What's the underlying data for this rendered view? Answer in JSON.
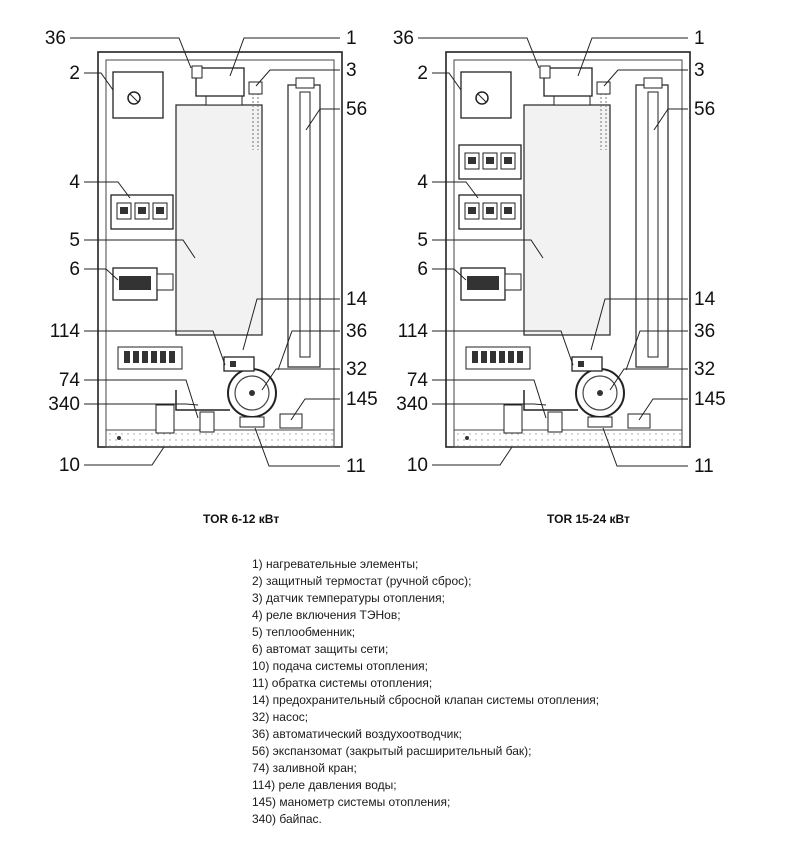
{
  "diagrams": [
    {
      "caption": "TOR 6-12 кВт",
      "callouts_left": [
        "36",
        "2",
        "4",
        "5",
        "6",
        "114",
        "74",
        "340",
        "10"
      ],
      "callouts_right": [
        "1",
        "3",
        "56",
        "14",
        "36",
        "32",
        "145",
        "11"
      ]
    },
    {
      "caption": "TOR 15-24 кВт",
      "callouts_left": [
        "36",
        "2",
        "4",
        "5",
        "6",
        "114",
        "74",
        "340",
        "10"
      ],
      "callouts_right": [
        "1",
        "3",
        "56",
        "14",
        "36",
        "32",
        "145",
        "11"
      ]
    }
  ],
  "legend": [
    "1) нагревательные элементы;",
    "2) защитный термостат (ручной сброс);",
    "3) датчик температуры отопления;",
    "4) реле включения ТЭНов;",
    "5) теплообменник;",
    "6) автомат защиты сети;",
    "10) подача системы отопления;",
    "11) обратка системы отопления;",
    "14) предохранительный сбросной клапан системы отопления;",
    "32) насос;",
    "36) автоматический воздухоотводчик;",
    "56) экспанзомат (закрытый расширительный бак);",
    "74) заливной кран;",
    "114) реле давления воды;",
    "145) манометр системы отопления;",
    "340) байпас."
  ]
}
